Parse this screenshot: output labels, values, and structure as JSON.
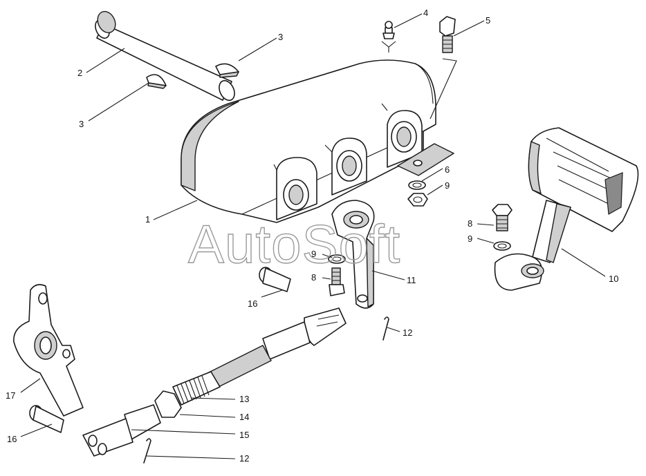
{
  "watermark": "AutoSoft",
  "callouts": [
    {
      "id": "c1",
      "label": "1"
    },
    {
      "id": "c2",
      "label": "2"
    },
    {
      "id": "c3a",
      "label": "3"
    },
    {
      "id": "c3b",
      "label": "3"
    },
    {
      "id": "c4",
      "label": "4"
    },
    {
      "id": "c5",
      "label": "5"
    },
    {
      "id": "c6",
      "label": "6"
    },
    {
      "id": "c9a",
      "label": "9"
    },
    {
      "id": "c8a",
      "label": "8"
    },
    {
      "id": "c9b",
      "label": "9"
    },
    {
      "id": "c10",
      "label": "10"
    },
    {
      "id": "c9c",
      "label": "9"
    },
    {
      "id": "c8b",
      "label": "8"
    },
    {
      "id": "c11",
      "label": "11"
    },
    {
      "id": "c16a",
      "label": "16"
    },
    {
      "id": "c12a",
      "label": "12"
    },
    {
      "id": "c17",
      "label": "17"
    },
    {
      "id": "c13",
      "label": "13"
    },
    {
      "id": "c14",
      "label": "14"
    },
    {
      "id": "c16b",
      "label": "16"
    },
    {
      "id": "c15",
      "label": "15"
    },
    {
      "id": "c12b",
      "label": "12"
    }
  ]
}
